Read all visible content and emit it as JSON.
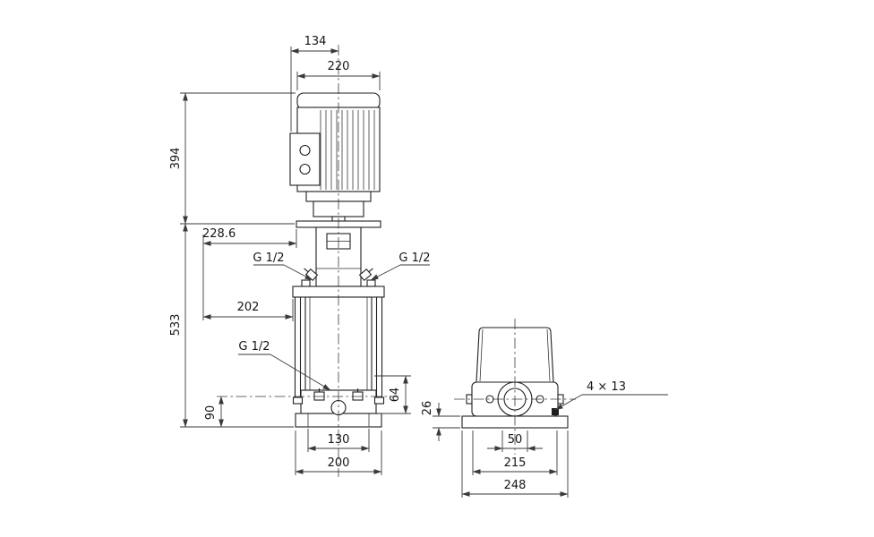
{
  "meta": {
    "background": "#ffffff",
    "line_color": "#1f1f1f",
    "dim_color": "#3a3a3a",
    "drawing_type": "pump dimensional drawing, front and side views"
  },
  "front_view": {
    "dim_top_width": "134",
    "dim_motor_width": "220",
    "dim_motor_height": "394",
    "dim_head_depth": "228.6",
    "port_left": "G 1/2",
    "port_right": "G 1/2",
    "dim_head_width": "202",
    "dim_pump_height": "533",
    "drain_port": "G 1/2",
    "dim_drain_height": "64",
    "dim_port_centerline_height": "90",
    "dim_base_hole_spacing": "130",
    "dim_base_width": "200"
  },
  "side_view": {
    "dim_baseplate_height": "26",
    "base_holes": "4 × 13",
    "dim_hole_offset": "50",
    "dim_bolt_spacing": "215",
    "dim_baseplate_length": "248"
  }
}
